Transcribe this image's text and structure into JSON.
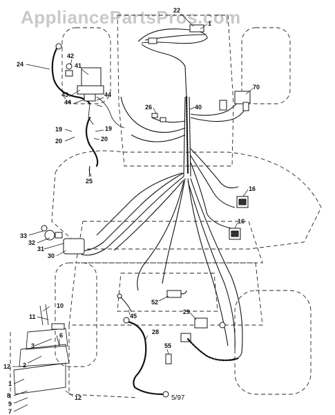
{
  "watermark": "AppliancePartsPros.com",
  "date_code": "5/97",
  "callouts": {
    "c22": "22",
    "c1": "1",
    "c24": "24",
    "c42": "42",
    "c41": "41",
    "c43": "43",
    "c44a": "44",
    "c44b": "44",
    "c70": "70",
    "c26": "26",
    "c40": "40",
    "c19a": "19",
    "c19b": "19",
    "c20a": "20",
    "c20b": "20",
    "c25": "25",
    "c16a": "16",
    "c16b": "16",
    "c33": "33",
    "c32": "32",
    "c31": "31",
    "c30": "30",
    "c10": "10",
    "c11": "11",
    "c52": "52",
    "c45": "45",
    "c29": "29",
    "c28": "28",
    "c3": "3",
    "c6": "6",
    "c2": "2",
    "c12a": "12",
    "c12b": "12",
    "c1b": "1",
    "c8": "8",
    "c9": "9",
    "c7": "7",
    "c55": "55"
  }
}
